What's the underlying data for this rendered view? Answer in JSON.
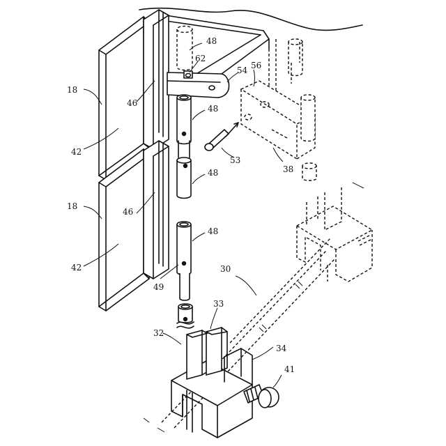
{
  "labels": {
    "r18a": "18",
    "r18b": "18",
    "r42a": "42",
    "r42b": "42",
    "r46a": "46",
    "r46b": "46",
    "r48a": "48",
    "r48b": "48",
    "r48c": "48",
    "r48d": "48",
    "r62": "62",
    "r54": "54",
    "r56": "56",
    "r53": "53",
    "r38": "38",
    "r30": "30",
    "r49": "49",
    "r33": "33",
    "r32": "32",
    "r34": "34",
    "r41": "41"
  }
}
